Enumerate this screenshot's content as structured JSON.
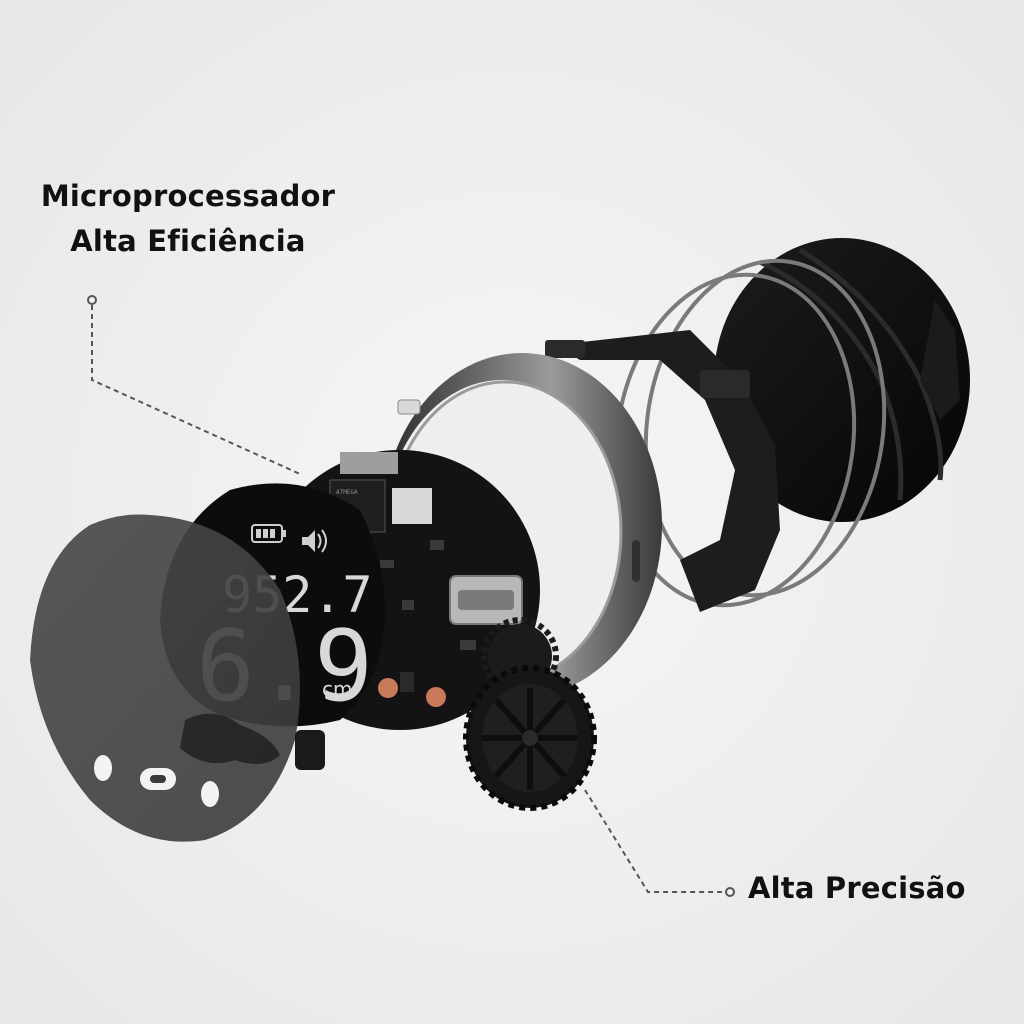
{
  "callouts": {
    "top": {
      "line1": "Microprocessador",
      "line2": "Alta Eficiência"
    },
    "bottom": {
      "line1": "Alta Precisão"
    }
  },
  "display": {
    "reading_top": "952.7",
    "reading_bottom": "6.9",
    "unit": "cm"
  },
  "chip_marking": "ATMEGA",
  "colors": {
    "background": "#f1f1f1",
    "text": "#111111",
    "leader_line": "#555555"
  }
}
